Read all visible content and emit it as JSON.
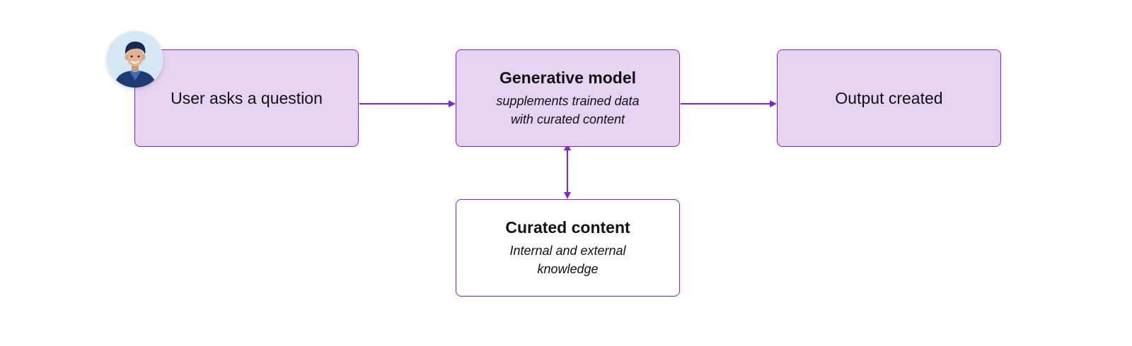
{
  "diagram": {
    "nodes": {
      "user": {
        "label": "User asks a question"
      },
      "model": {
        "title": "Generative model",
        "subtitle": "supplements trained data with curated content"
      },
      "output": {
        "label": "Output created"
      },
      "curated": {
        "title": "Curated content",
        "subtitle": "Internal and external knowledge"
      }
    },
    "edges": [
      {
        "from": "user",
        "to": "model",
        "direction": "forward"
      },
      {
        "from": "model",
        "to": "output",
        "direction": "forward"
      },
      {
        "from": "model",
        "to": "curated",
        "direction": "both"
      }
    ],
    "colors": {
      "accent": "#8a1fd6",
      "box_fill": "#e6d3f2",
      "plain_fill": "#ffffff",
      "avatar_bg": "#d6e7f6"
    },
    "icons": {
      "user_avatar": "user-avatar-icon"
    }
  }
}
